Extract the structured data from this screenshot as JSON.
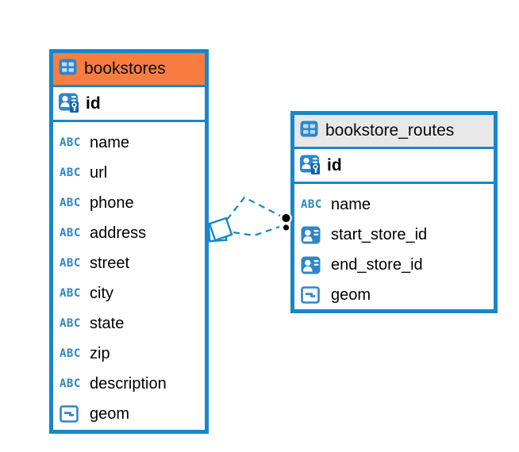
{
  "diagram": {
    "tables": [
      {
        "title": "bookstores",
        "primary_key": {
          "label": "id"
        },
        "columns": [
          {
            "label": "name",
            "type": "text"
          },
          {
            "label": "url",
            "type": "text"
          },
          {
            "label": "phone",
            "type": "text"
          },
          {
            "label": "address",
            "type": "text"
          },
          {
            "label": "street",
            "type": "text"
          },
          {
            "label": "city",
            "type": "text"
          },
          {
            "label": "state",
            "type": "text"
          },
          {
            "label": "zip",
            "type": "text"
          },
          {
            "label": "description",
            "type": "text"
          },
          {
            "label": "geom",
            "type": "geometry"
          }
        ]
      },
      {
        "title": "bookstore_routes",
        "primary_key": {
          "label": "id"
        },
        "columns": [
          {
            "label": "name",
            "type": "text"
          },
          {
            "label": "start_store_id",
            "type": "foreign-key"
          },
          {
            "label": "end_store_id",
            "type": "foreign-key"
          },
          {
            "label": "geom",
            "type": "geometry"
          }
        ]
      }
    ],
    "icons": {
      "text_type_label": "ABC",
      "table": "table-grid-icon",
      "primary_key": "person-key-icon",
      "foreign_key": "person-card-icon",
      "geometry": "box-dash-icon",
      "relationship_source": "diamond-marker",
      "relationship_target": "dot-marker"
    },
    "colors": {
      "accent_blue": "#1787CB",
      "icon_blue": "#2E86C8",
      "icon_blue_dark": "#10639E",
      "bookstores_header": "#F97D40",
      "routes_header": "#E8E8E8",
      "connector_dot": "#000000",
      "text": "#000000"
    }
  }
}
